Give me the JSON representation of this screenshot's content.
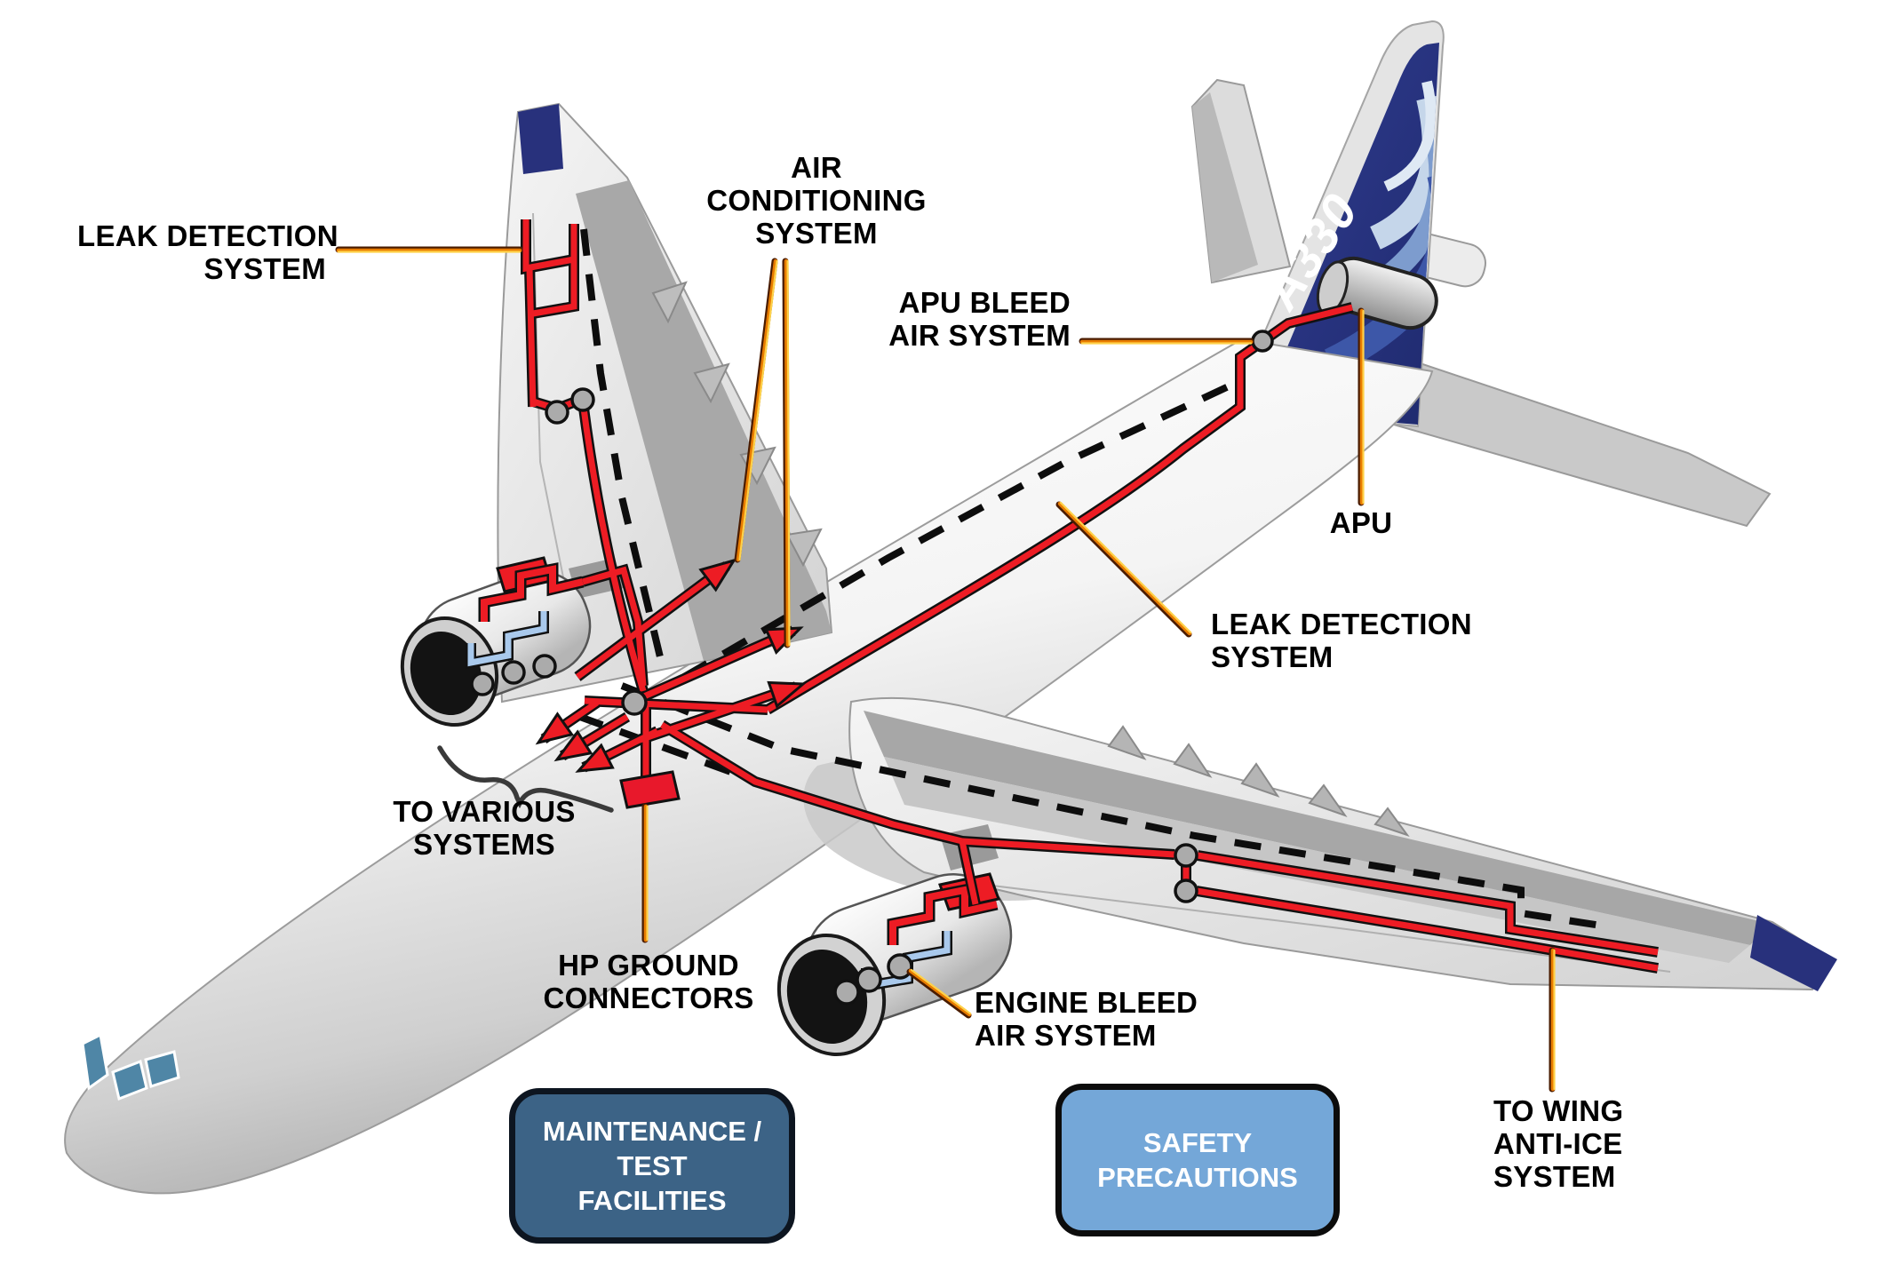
{
  "diagram": {
    "a330_logo": "A330",
    "labels": {
      "leak_detection_left": {
        "line1": "LEAK DETECTION",
        "line2": "SYSTEM"
      },
      "air_conditioning": {
        "line1": "AIR",
        "line2": "CONDITIONING",
        "line3": "SYSTEM"
      },
      "apu_bleed": {
        "line1": "APU BLEED",
        "line2": "AIR SYSTEM"
      },
      "apu": {
        "line1": "APU"
      },
      "leak_detection_right": {
        "line1": "LEAK DETECTION",
        "line2": "SYSTEM"
      },
      "to_various_systems": {
        "line1": "TO VARIOUS",
        "line2": "SYSTEMS"
      },
      "hp_ground_connectors": {
        "line1": "HP GROUND",
        "line2": "CONNECTORS"
      },
      "engine_bleed": {
        "line1": "ENGINE BLEED",
        "line2": "AIR SYSTEM"
      },
      "wing_anti_ice": {
        "line1": "TO WING",
        "line2": "ANTI-ICE",
        "line3": "SYSTEM"
      }
    },
    "buttons": {
      "maintenance": {
        "line1": "MAINTENANCE /",
        "line2": "TEST",
        "line3": "FACILITIES"
      },
      "safety": {
        "line1": "SAFETY",
        "line2": "PRECAUTIONS"
      }
    },
    "colors": {
      "duct_red": "#ed1c24",
      "leader_yellow": "#ffd24a",
      "leader_orange": "#e87c00",
      "tail_navy": "#28317c",
      "button_dark_blue": "#3c6386",
      "button_light_blue": "#74a7d8",
      "cockpit_window_blue": "#4f86a6",
      "background": "#ffffff"
    }
  }
}
